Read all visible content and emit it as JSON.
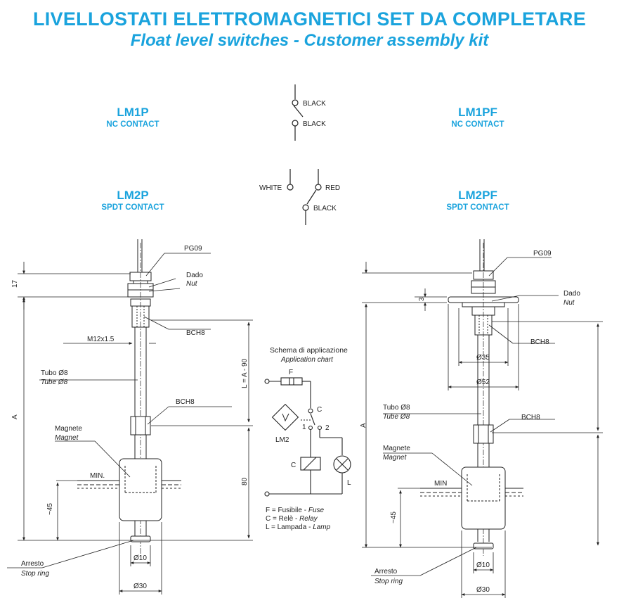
{
  "title_it": "LIVELLOSTATI ELETTROMAGNETICI SET DA COMPLETARE",
  "title_en": "Float level switches - Customer assembly kit",
  "models": {
    "lm1p": {
      "name": "LM1P",
      "contact": "NC CONTACT"
    },
    "lm1pf": {
      "name": "LM1PF",
      "contact": "NC CONTACT"
    },
    "lm2p": {
      "name": "LM2P",
      "contact": "SPDT CONTACT"
    },
    "lm2pf": {
      "name": "LM2PF",
      "contact": "SPDT CONTACT"
    }
  },
  "wires": {
    "black": "BLACK",
    "white": "WHITE",
    "red": "RED"
  },
  "left_drawing": {
    "pg": "PG09",
    "nut_it": "Dado",
    "nut_en": "Nut",
    "bch_top": "BCH8",
    "thread": "M12x1.5",
    "tube_it": "Tubo Ø8",
    "tube_en": "Tube Ø8",
    "bch_mid": "BCH8",
    "magnet_it": "Magnete",
    "magnet_en": "Magnet",
    "min": "MIN.",
    "stop_it": "Arresto",
    "stop_en": "Stop ring",
    "d10": "Ø10",
    "d30": "Ø30",
    "dim17": "17",
    "dimA": "A",
    "dim45": "~45",
    "dimL": "L = A - 90",
    "dim80": "80"
  },
  "right_drawing": {
    "pg": "PG09",
    "nut_it": "Dado",
    "nut_en": "Nut",
    "dim3": "3",
    "bch_top": "BCH8",
    "d35": "Ø35",
    "d52": "Ø52",
    "tube_it": "Tubo Ø8",
    "tube_en": "Tube Ø8",
    "bch_mid": "BCH8",
    "magnet_it": "Magnete",
    "magnet_en": "Magnet",
    "min": "MIN",
    "stop_it": "Arresto",
    "stop_en": "Stop ring",
    "d10": "Ø10",
    "d30": "Ø30",
    "dimA": "A",
    "dim45": "~45"
  },
  "schema": {
    "title_it": "Schema di applicazione",
    "title_en": "Application chart",
    "f": "F",
    "c": "C",
    "n1": "1",
    "n2": "2",
    "lm2": "LM2",
    "c_box": "C",
    "l": "L",
    "legend_f_it": "F = Fusibile - ",
    "legend_f_en": "Fuse",
    "legend_c_it": "C = Relè - ",
    "legend_c_en": "Relay",
    "legend_l_it": "L = Lampada - ",
    "legend_l_en": "Lamp"
  }
}
